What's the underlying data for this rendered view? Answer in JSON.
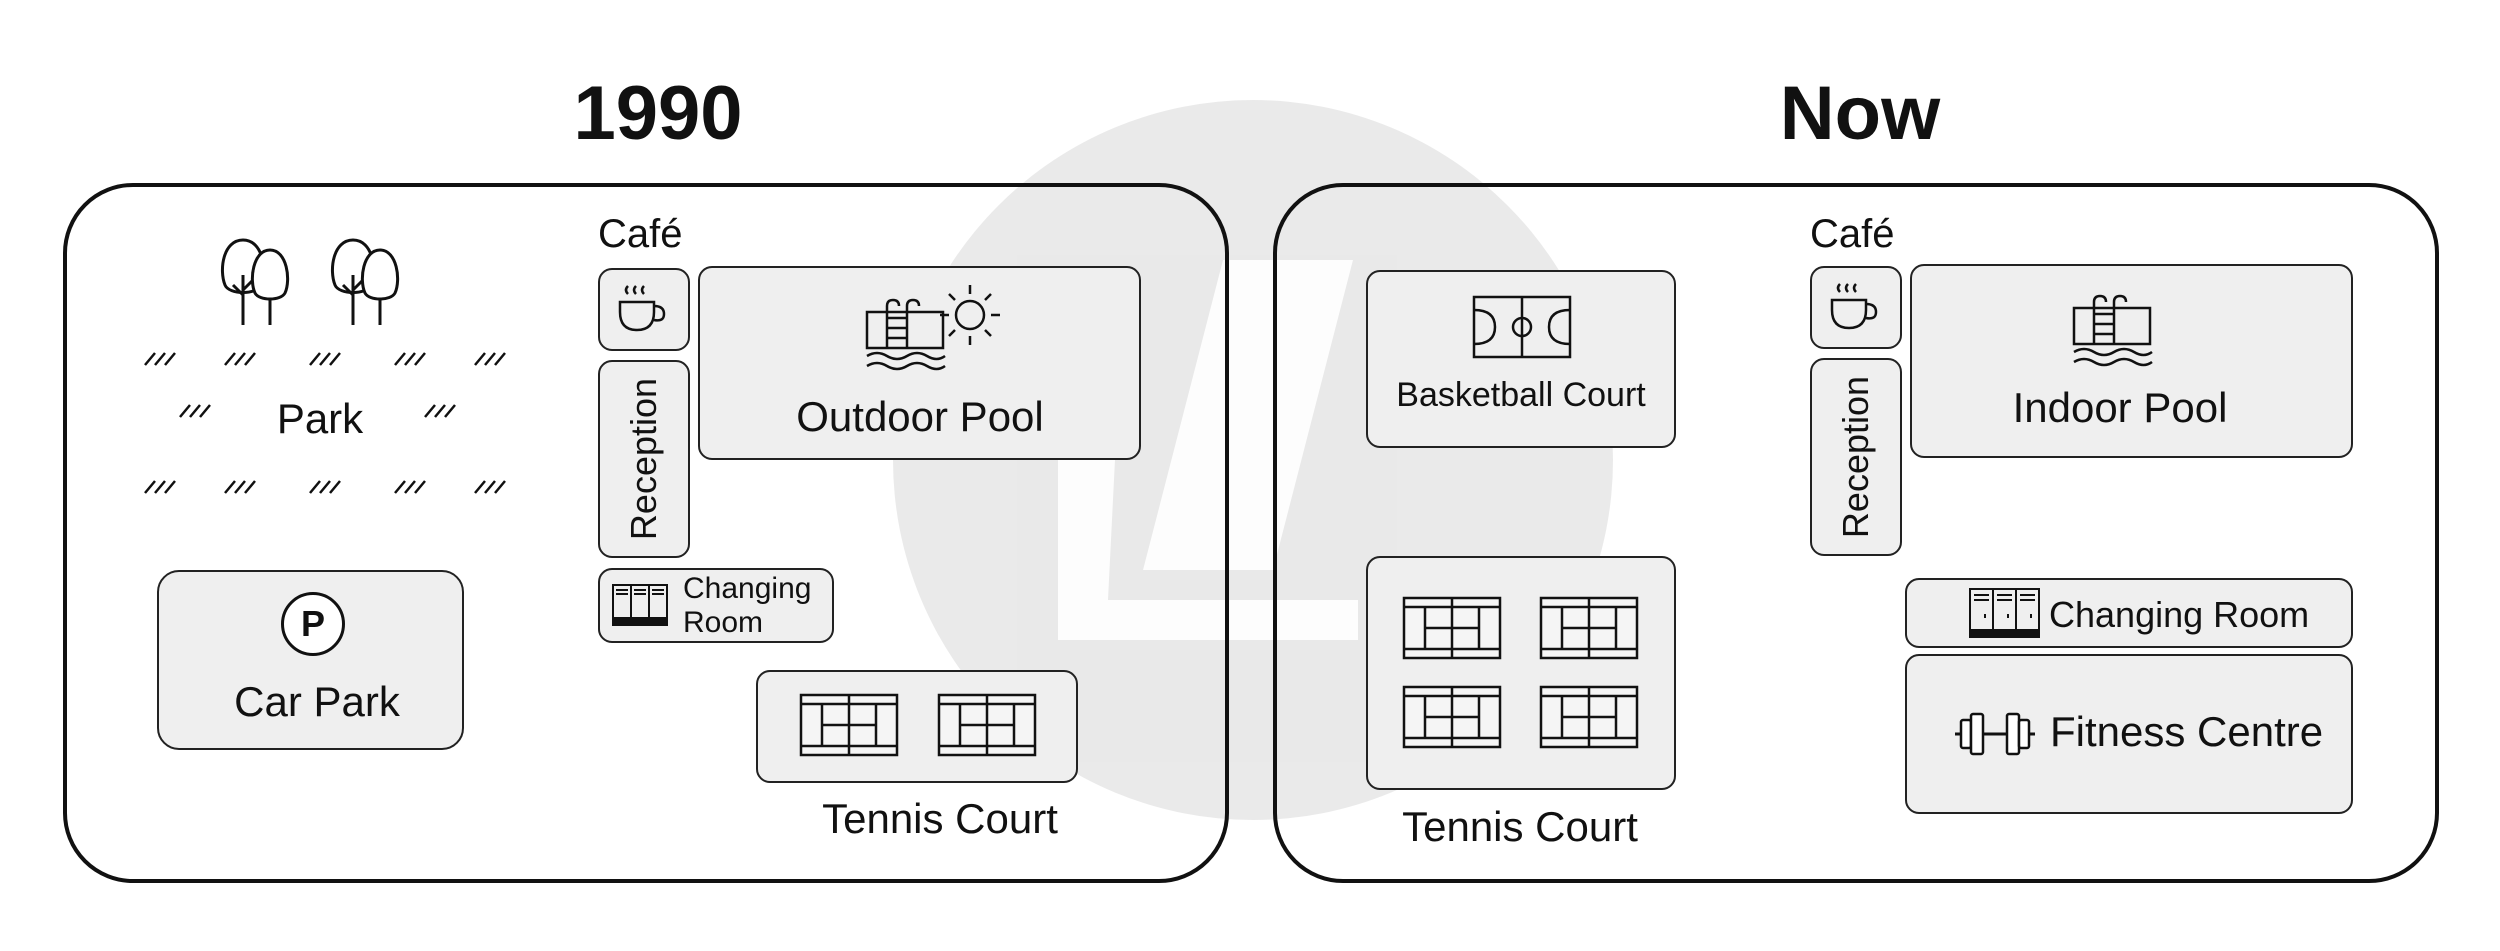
{
  "maps": [
    {
      "title": "1990",
      "labels": {
        "park": "Park",
        "car_park": "Car Park",
        "parking_sign": "P",
        "cafe": "Café",
        "reception": "Reception",
        "pool": "Outdoor Pool",
        "changing_room_line1": "Changing",
        "changing_room_line2": "Room",
        "tennis": "Tennis Court"
      }
    },
    {
      "title": "Now",
      "labels": {
        "basketball": "Basketball Court",
        "cafe": "Café",
        "reception": "Reception",
        "pool": "Indoor Pool",
        "changing_room": "Changing Room",
        "fitness": "Fitness Centre",
        "tennis": "Tennis Court"
      }
    }
  ],
  "colors": {
    "box_fill": "#efefef",
    "outline": "#111111",
    "watermark": "#e6e6e6"
  },
  "icons": [
    "tree-icon",
    "grass-icon",
    "parking-icon",
    "coffee-cup-icon",
    "swimming-pool-icon",
    "sun-icon",
    "locker-icon",
    "tennis-court-icon",
    "basketball-court-icon",
    "dumbbell-icon"
  ]
}
